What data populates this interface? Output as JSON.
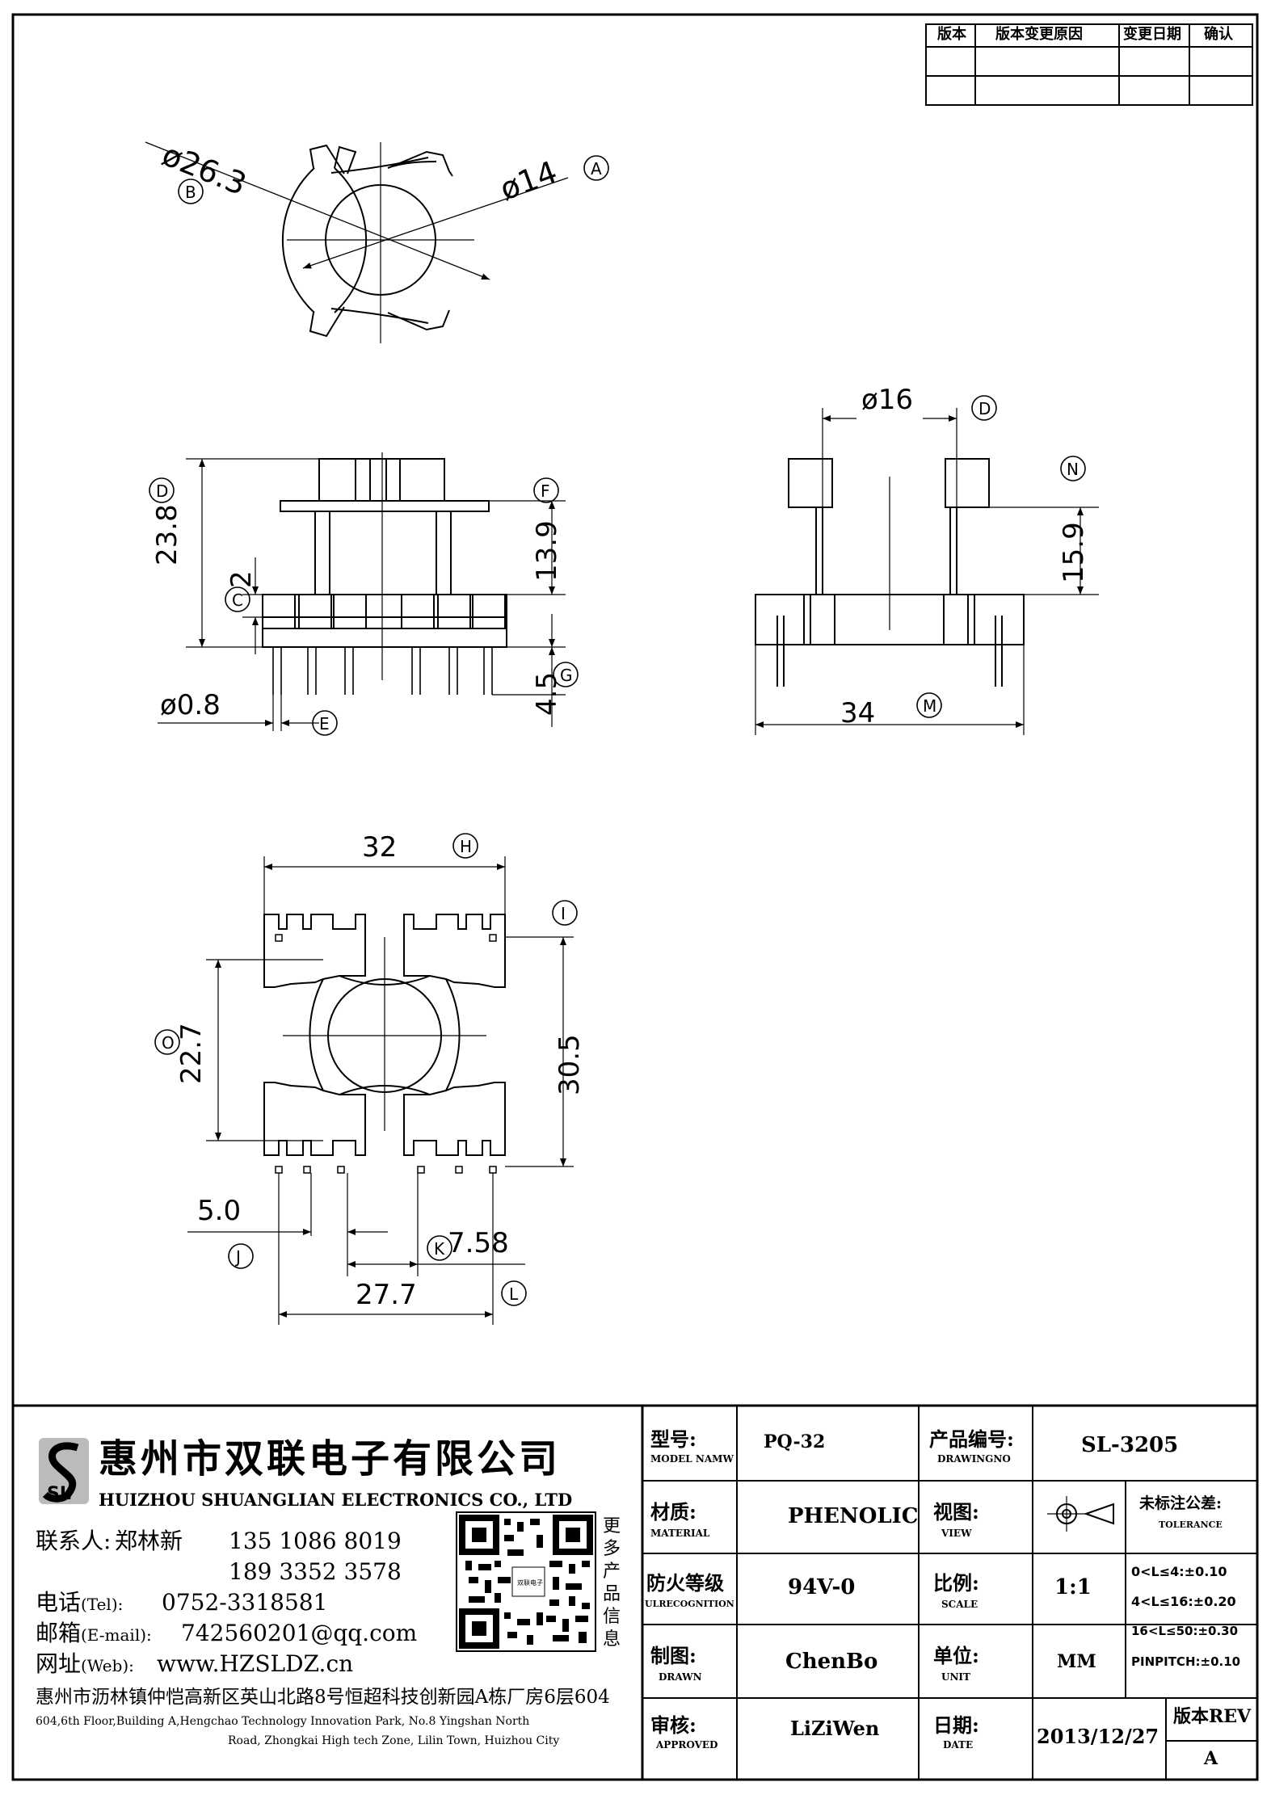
{
  "revision_table": {
    "headers": [
      "版本",
      "版本变更原因",
      "变更日期",
      "确认"
    ]
  },
  "dimensions": {
    "top_view": {
      "outer_dia": "ø26.3",
      "outer_tag": "B",
      "inner_dia": "ø14",
      "inner_tag": "A"
    },
    "front_view": {
      "height": "23.8",
      "height_tag": "D",
      "flange_height": "13.9",
      "flange_tag": "F",
      "base_thickness": "2",
      "base_tag": "C",
      "pin_length": "4.5",
      "pin_tag": "G",
      "pin_dia": "ø0.8",
      "pin_dia_tag": "E"
    },
    "side_view": {
      "core_dia": "ø16",
      "core_tag": "D",
      "wall_height": "15.9",
      "wall_tag": "N",
      "width": "34",
      "width_tag": "M"
    },
    "bottom_view": {
      "length": "32",
      "length_tag": "H",
      "span": "30.5",
      "span_tag": "I",
      "inner_width": "22.7",
      "inner_tag": "O",
      "pitch": "5.0",
      "pitch_tag": "J",
      "gap": "7.58",
      "gap_tag": "K",
      "pin_span": "27.7",
      "pin_span_tag": "L"
    }
  },
  "company": {
    "name_cn": "惠州市双联电子有限公司",
    "name_en": "HUIZHOU SHUANGLIAN ELECTRONICS CO., LTD",
    "contact_label": "联系人:",
    "contact_name": "郑林新",
    "phone1": "135 1086 8019",
    "phone2": "189 3352 3578",
    "tel_label_cn": "电话",
    "tel_label_en": "(Tel):",
    "tel": "0752-3318581",
    "email_label_cn": "邮箱",
    "email_label_en": "(E-mail):",
    "email": "742560201@qq.com",
    "web_label_cn": "网址",
    "web_label_en": "(Web):",
    "web": "www.HZSLDZ.cn",
    "qr_caption": "更多产品信息",
    "address_cn": "惠州市沥林镇仲恺高新区英山北路8号恒超科技创新园A栋厂房6层604",
    "address_en_1": "604,6th Floor,Building A,Hengchao Technology Innovation Park, No.8 Yingshan North",
    "address_en_2": "Road, Zhongkai High tech Zone, Lilin Town, Huizhou City"
  },
  "title_block": {
    "model_label": "型号:",
    "model_sub": "MODEL NAMW",
    "model": "PQ-32",
    "code_label": "产品编号:",
    "code_sub": "DRAWINGNO",
    "code": "SL-3205",
    "material_label": "材质:",
    "material_sub": "MATERIAL",
    "material": "PHENOLIC",
    "view_label": "视图:",
    "view_sub": "VIEW",
    "tolerance_label": "未标注公差:",
    "tolerance_sub": "TOLERANCE",
    "flame_label": "防火等级",
    "flame_sub": "ULRECOGNITION",
    "flame": "94V-0",
    "scale_label": "比例:",
    "scale_sub": "SCALE",
    "scale": "1:1",
    "drawn_label": "制图:",
    "drawn_sub": "DRAWN",
    "drawn": "ChenBo",
    "unit_label": "单位:",
    "unit_sub": "UNIT",
    "unit": "MM",
    "approved_label": "审核:",
    "approved_sub": "APPROVED",
    "approved": "LiZiWen",
    "date_label": "日期:",
    "date_sub": "DATE",
    "date": "2013/12/27",
    "rev_label": "版本REV",
    "rev": "A",
    "tolerances": [
      "0<L≤4:±0.10",
      "4<L≤16:±0.20",
      "16<L≤50:±0.30",
      "PINPITCH:±0.10"
    ]
  }
}
